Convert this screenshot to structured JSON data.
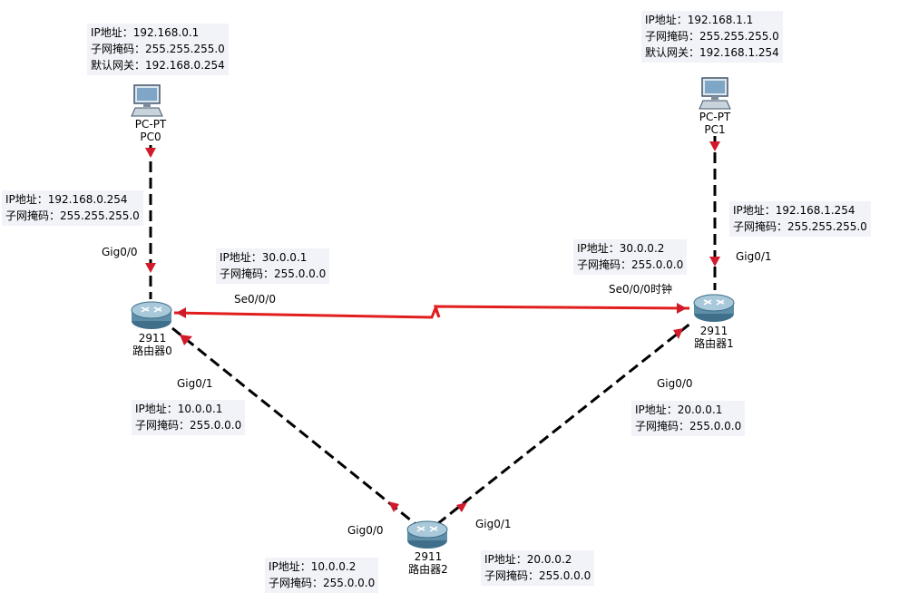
{
  "colors": {
    "copper": "#000000",
    "serial": "#e11d1d",
    "port_marker": "#d11a2a",
    "note_bg": "#f2f3f8",
    "router_body": "#5f8fa8"
  },
  "devices": {
    "pc0": {
      "icon": "pc-icon",
      "model": "PC-PT",
      "name": "PC0"
    },
    "pc1": {
      "icon": "pc-icon",
      "model": "PC-PT",
      "name": "PC1"
    },
    "r0": {
      "icon": "router-icon",
      "model": "2911",
      "name": "路由器0"
    },
    "r1": {
      "icon": "router-icon",
      "model": "2911",
      "name": "路由器1"
    },
    "r2": {
      "icon": "router-icon",
      "model": "2911",
      "name": "路由器2"
    }
  },
  "ports": {
    "r0_g00": "Gig0/0",
    "r0_se": "Se0/0/0",
    "r0_g01": "Gig0/1",
    "r1_g01": "Gig0/1",
    "r1_se": "Se0/0/0时钟",
    "r1_g00": "Gig0/0",
    "r2_g00": "Gig0/0",
    "r2_g01": "Gig0/1"
  },
  "notes": {
    "pc0": [
      "IP地址：192.168.0.1",
      "子网掩码：255.255.255.0",
      "默认网关：192.168.0.254"
    ],
    "pc1": [
      "IP地址：192.168.1.1",
      "子网掩码：255.255.255.0",
      "默认网关：192.168.1.254"
    ],
    "r0_g00": [
      "IP地址：192.168.0.254",
      "子网掩码：255.255.255.0"
    ],
    "r0_se": [
      "IP地址：30.0.0.1",
      "子网掩码：255.0.0.0"
    ],
    "r0_g01": [
      "IP地址：10.0.0.1",
      "子网掩码：255.0.0.0"
    ],
    "r1_g01": [
      "IP地址：192.168.1.254",
      "子网掩码：255.255.255.0"
    ],
    "r1_se": [
      "IP地址：30.0.0.2",
      "子网掩码：255.0.0.0"
    ],
    "r1_g00": [
      "IP地址：20.0.0.1",
      "子网掩码：255.0.0.0"
    ],
    "r2_g00": [
      "IP地址：10.0.0.2",
      "子网掩码：255.0.0.0"
    ],
    "r2_g01": [
      "IP地址：20.0.0.2",
      "子网掩码：255.0.0.0"
    ]
  }
}
